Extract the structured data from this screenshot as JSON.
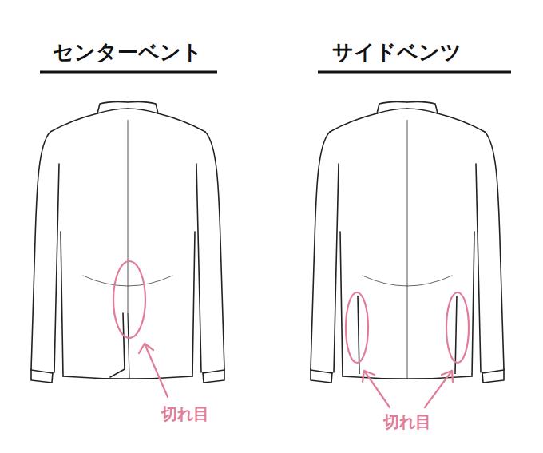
{
  "diagram": {
    "labels": [
      "センターベント",
      "サイドベンツ",
      "切れ目",
      "切れ目"
    ]
  }
}
